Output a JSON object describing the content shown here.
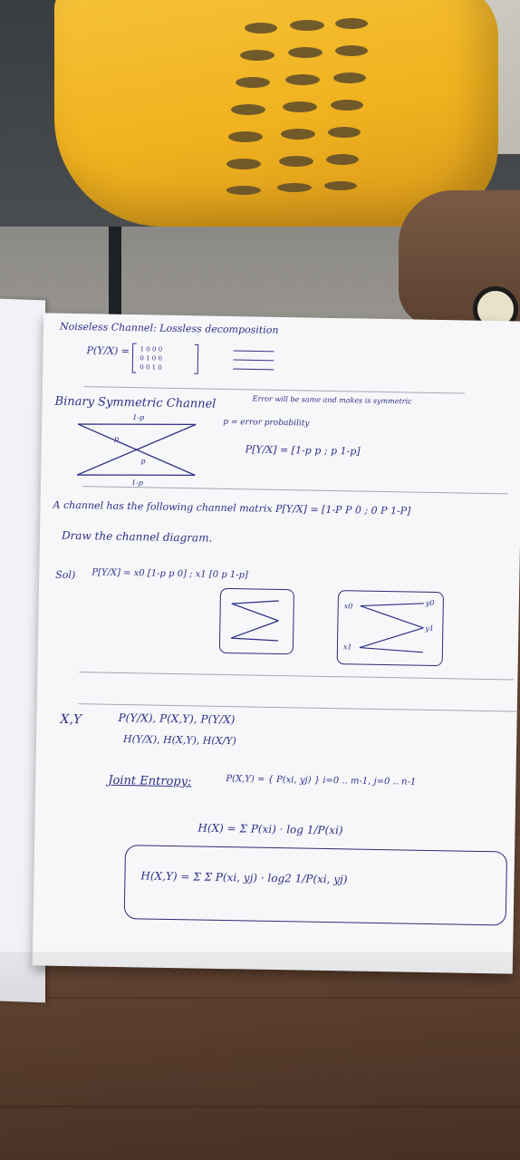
{
  "notebook": {
    "header": "Noiseless Channel: Lossless decomposition",
    "sec1_left": "P(Y/X) =",
    "binary_heading": "Binary Symmetric Channel",
    "error_note": "Error will be same and makes is symmetric",
    "p_def": "p = error probability",
    "bsc_matrix": "P[Y/X] = [1-p  p ; p  1-p]",
    "bsc_labels": {
      "one_minus_p": "1-p",
      "p": "p",
      "x0": "x0",
      "x1": "x1",
      "y0": "y0",
      "y1": "y1"
    },
    "q_text": "A channel has the following channel matrix P[Y/X] = [1-P  P  0 ; 0  P  1-P]",
    "q_draw": "Draw the channel diagram.",
    "sol_label": "Sol)",
    "sol_matrix": "P[Y/X] = x0 [1-p  p  0] ; x1 [0  p  1-p]",
    "xy": "X,Y",
    "probs": "P(Y/X), P(X,Y), P(Y/X)",
    "entropies": "H(Y/X), H(X,Y), H(X/Y)",
    "joint_label": "Joint Entropy:",
    "joint_def": "P(X,Y) = { P(xi, yj) }  i=0 .. m-1, j=0 .. n-1",
    "hx": "H(X) = Σ P(xi) · log 1/P(xi)",
    "hxy": "H(X,Y) = Σ Σ P(xi, yj) · log2 1/P(xi, yj)"
  }
}
